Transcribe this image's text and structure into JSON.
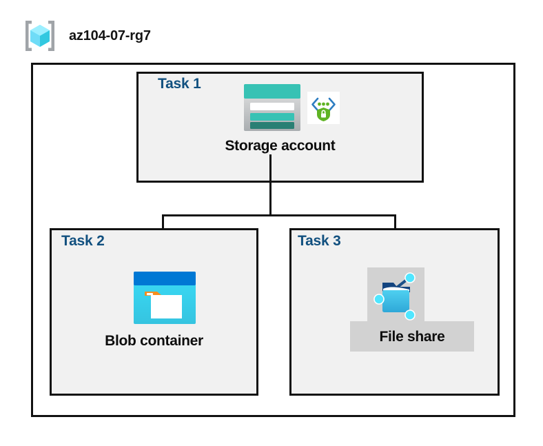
{
  "header": {
    "icon": "resource-group-icon",
    "title": "az104-07-rg7"
  },
  "diagram": {
    "container_name": "resource-group-boundary",
    "tasks": [
      {
        "id": "task1",
        "label": "Task 1",
        "node_caption": "Storage account",
        "icons": [
          "storage-account-icon",
          "secure-transfer-badge-icon"
        ]
      },
      {
        "id": "task2",
        "label": "Task 2",
        "node_caption": "Blob container",
        "icons": [
          "blob-container-icon"
        ]
      },
      {
        "id": "task3",
        "label": "Task 3",
        "node_caption": "File share",
        "icons": [
          "file-share-icon"
        ],
        "highlighted": true
      }
    ],
    "connections": [
      {
        "from": "Storage account",
        "to": "Blob container"
      },
      {
        "from": "Storage account",
        "to": "File share"
      }
    ]
  },
  "colors": {
    "task_label": "#11507f",
    "box_border": "#111111",
    "box_fill": "#f1f1f1",
    "page_background": "#ffffff",
    "highlight": "#d2d2d2",
    "storage_teal": "#37c2b4",
    "storage_dark_teal": "#2a7f74",
    "blob_blue": "#0078d4",
    "blob_cyan": "#32d4f5",
    "blob_orange": "#f78d1e",
    "shield_green": "#5fb324",
    "bracket_gray": "#a0a4a8",
    "cube_cyan": "#50e6ff"
  }
}
